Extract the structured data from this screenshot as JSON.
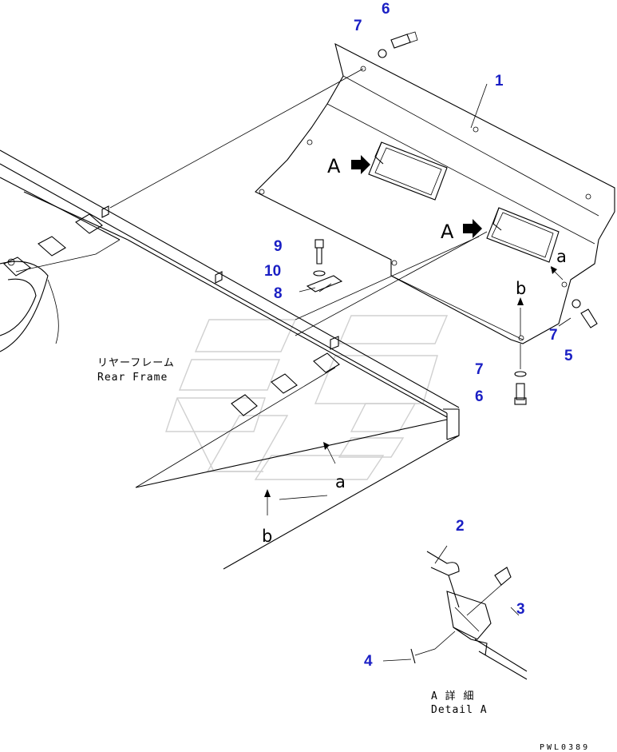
{
  "labels": {
    "rear_frame_jp": "リヤーフレーム",
    "rear_frame_en": "Rear Frame",
    "detail_jp": "A 詳 細",
    "detail_en": "Detail A",
    "view_a_1": "A",
    "view_a_2": "A",
    "ref_a_1": "a",
    "ref_a_2": "a",
    "ref_b_1": "b",
    "ref_b_2": "b",
    "drawing_code": "PWL0389"
  },
  "callouts": {
    "c1": "1",
    "c2": "2",
    "c3": "3",
    "c4": "4",
    "c5": "5",
    "c6_top": "6",
    "c6_bottom": "6",
    "c7_top": "7",
    "c7_right": "7",
    "c7_bottom": "7",
    "c8": "8",
    "c9": "9",
    "c10": "10"
  }
}
